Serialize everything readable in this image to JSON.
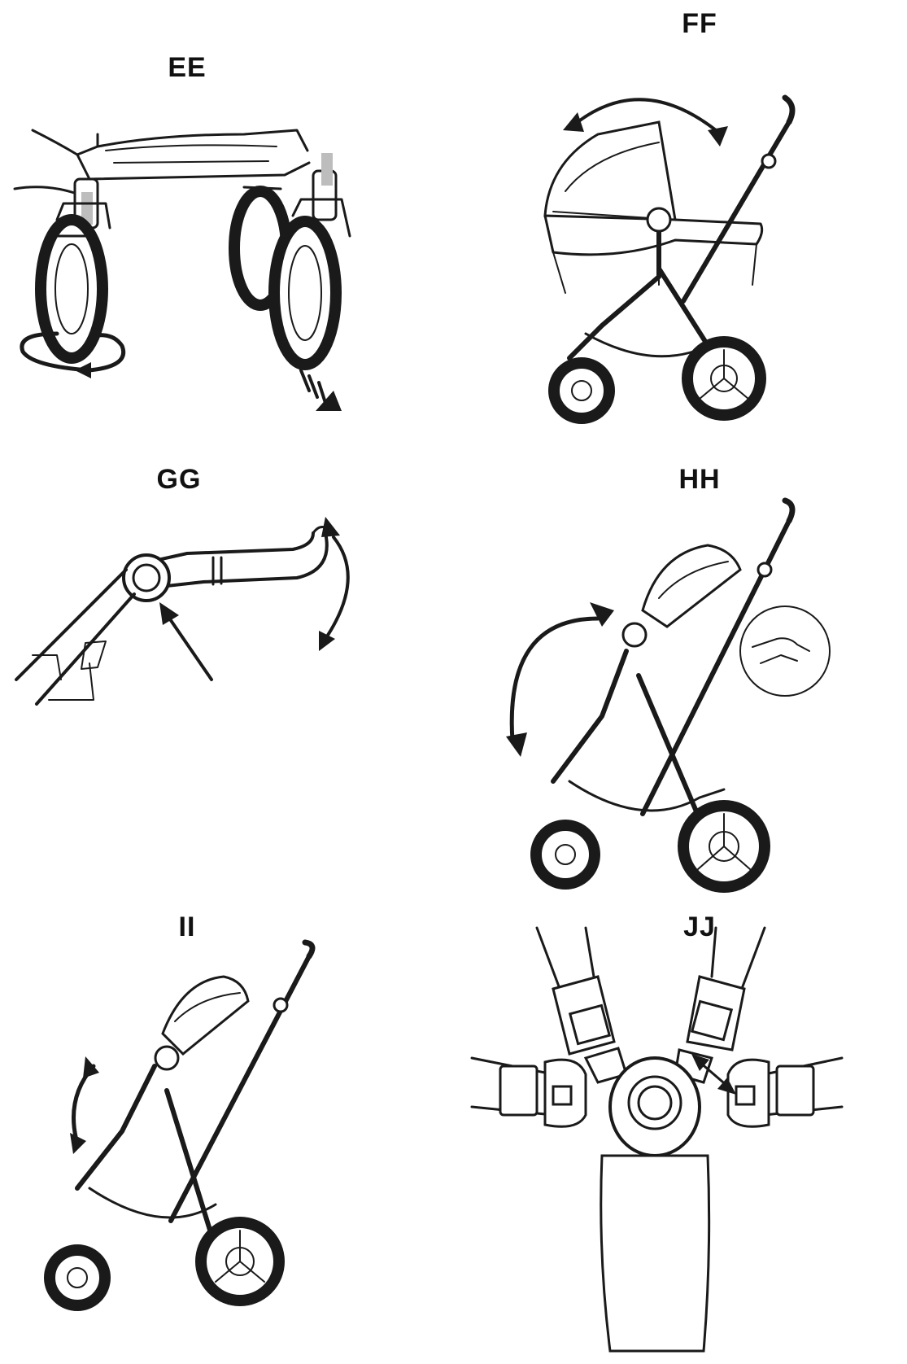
{
  "panels": [
    {
      "label": "EE",
      "icon": "swivel-wheel-lock-icon"
    },
    {
      "label": "FF",
      "icon": "canopy-adjust-icon"
    },
    {
      "label": "GG",
      "icon": "handlebar-adjust-icon"
    },
    {
      "label": "HH",
      "icon": "backrest-recline-icon"
    },
    {
      "label": "II",
      "icon": "footrest-adjust-icon"
    },
    {
      "label": "JJ",
      "icon": "harness-buckle-icon"
    }
  ]
}
